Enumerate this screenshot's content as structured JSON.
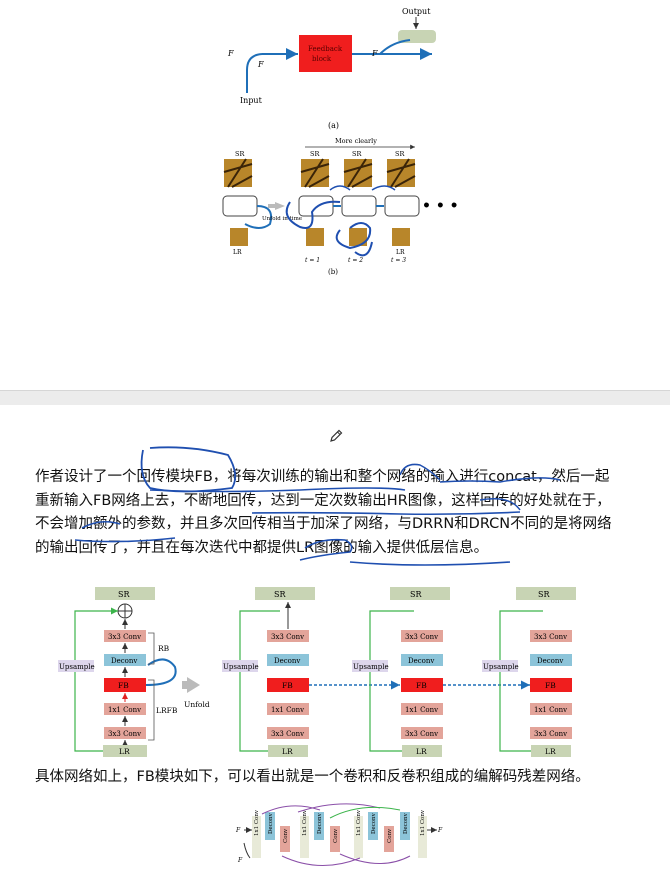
{
  "fig_a": {
    "output": "Output",
    "feedback_line1": "Feedback",
    "feedback_line2": "block",
    "fout_t1": "F",
    "fin": "F",
    "input": "Input",
    "caption": "(a)"
  },
  "fig_b": {
    "more_clearly": "More clearly",
    "sr": "SR",
    "sr1": "SR",
    "sr2": "SR",
    "sr3": "SR",
    "unfold": "Unfold in time",
    "lr": "LR",
    "lr3": "LR",
    "t1": "t = 1",
    "t2": "t = 2",
    "t3": "t = 3",
    "caption": "(b)"
  },
  "paragraph": {
    "line1": "作者设计了一个回传模块FB，将每次训练的输出和整个网络的输入进行concat，然后一起",
    "line2": "重新输入FB网络上去，不断地回传，达到一定次数输出HR图像，这样回传的好处就在于，",
    "line3": "不会增加额外的参数，并且多次回传相当于加深了网络，与DRRN和DRCN不同的是将网络",
    "line4": "的输出回传了，并且在每次迭代中都提供LR图像的输入提供低层信息。"
  },
  "fig_c": {
    "sr": "SR",
    "sr1": "SR",
    "conv3": "3x3 Conv",
    "deconv": "Deconv",
    "fb": "FB",
    "conv1": "1x1 Conv",
    "lr": "LR",
    "upsample": "Upsample",
    "rb": "RB",
    "lrfb": "LRFB",
    "unfold": "Unfold"
  },
  "paragraph2": "具体网络如上，FB模块如下，可以看出就是一个卷积和反卷积组成的编解码残差网络。",
  "fig_d": {
    "conv1": "1x1 Conv",
    "deconv": "Deconv",
    "conv": "Conv"
  },
  "colors": {
    "feedback_red": "#f01e1e",
    "output_green": "#c8d4b4",
    "ink_blue": "#1f4fb0",
    "conv_pink": "#e3a49a",
    "deconv_blue": "#8cc4d9",
    "upsample_purple": "#ddd6ec",
    "green_line": "#3cb44b"
  }
}
